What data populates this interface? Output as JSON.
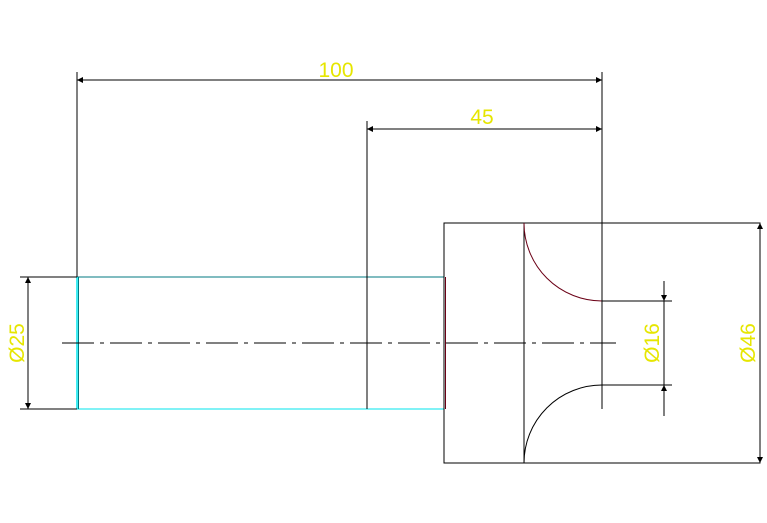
{
  "dimensions": {
    "overall_length": "100",
    "head_length": "45",
    "shaft_diameter": "Ø25",
    "bore_diameter": "Ø16",
    "head_diameter": "Ø46"
  },
  "colors": {
    "outline": "#000000",
    "shaft_edge": "#00e5ee",
    "shaft_edge_alt": "#007a80",
    "arc": "#6b0016",
    "dimension_text": "#e6e600"
  }
}
